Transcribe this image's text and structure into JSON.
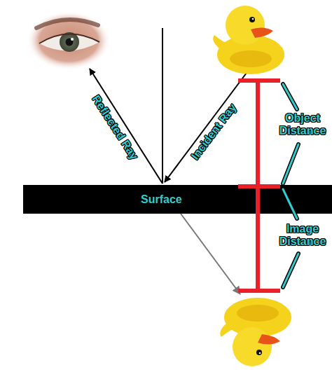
{
  "diagram": {
    "nodes": [
      {
        "text": [
          "Surface"
        ]
      }
    ],
    "labels": [
      "Reflected Ray",
      "Incident Ray",
      "Object Distance",
      "Image Distance"
    ]
  }
}
